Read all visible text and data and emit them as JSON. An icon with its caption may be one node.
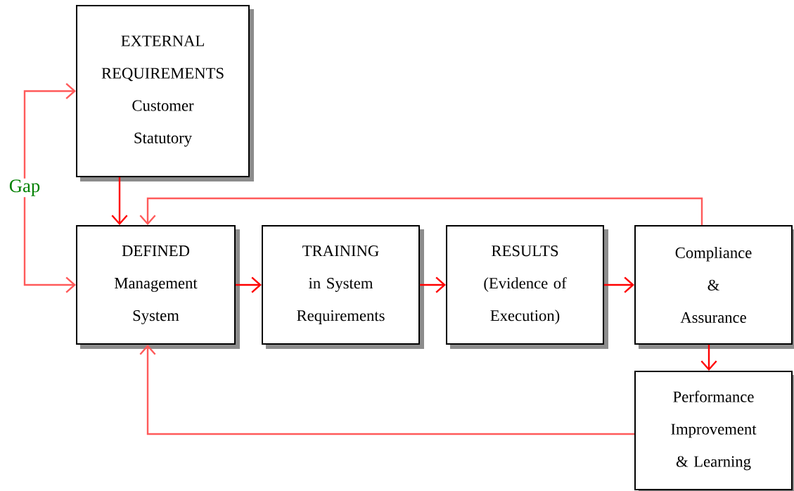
{
  "diagram": {
    "nodes": [
      {
        "text": [
          "EXTERNAL REQUIREMENTS",
          "Customer",
          "Statutory"
        ]
      },
      {
        "text": [
          "Gap"
        ]
      },
      {
        "text": [
          "DEFINED",
          "Management System"
        ]
      },
      {
        "text": [
          "TRAINING",
          "in System Requirements"
        ]
      },
      {
        "text": [
          "RESULTS",
          "(Evidence of Execution)"
        ]
      },
      {
        "text": [
          "Compliance",
          "&",
          "Assurance"
        ]
      },
      {
        "text": [
          "Performance Improvement",
          "& Learning"
        ]
      }
    ],
    "edges": [
      {
        "from": 1,
        "to": 0,
        "arrow": "to",
        "color": "#ff5a5a"
      },
      {
        "from": 1,
        "to": 2,
        "arrow": "to",
        "color": "#ff5a5a"
      },
      {
        "from": 0,
        "to": 2,
        "arrow": "to"
      },
      {
        "from": 5,
        "to": 2,
        "arrow": "to",
        "color": "#ff5a5a"
      },
      {
        "from": 2,
        "to": 3,
        "arrow": "to"
      },
      {
        "from": 3,
        "to": 4,
        "arrow": "to"
      },
      {
        "from": 4,
        "to": 5,
        "arrow": "to"
      },
      {
        "from": 5,
        "to": 6,
        "arrow": "to"
      },
      {
        "from": 6,
        "to": 2,
        "arrow": "to",
        "color": "#ff5a5a"
      }
    ]
  }
}
